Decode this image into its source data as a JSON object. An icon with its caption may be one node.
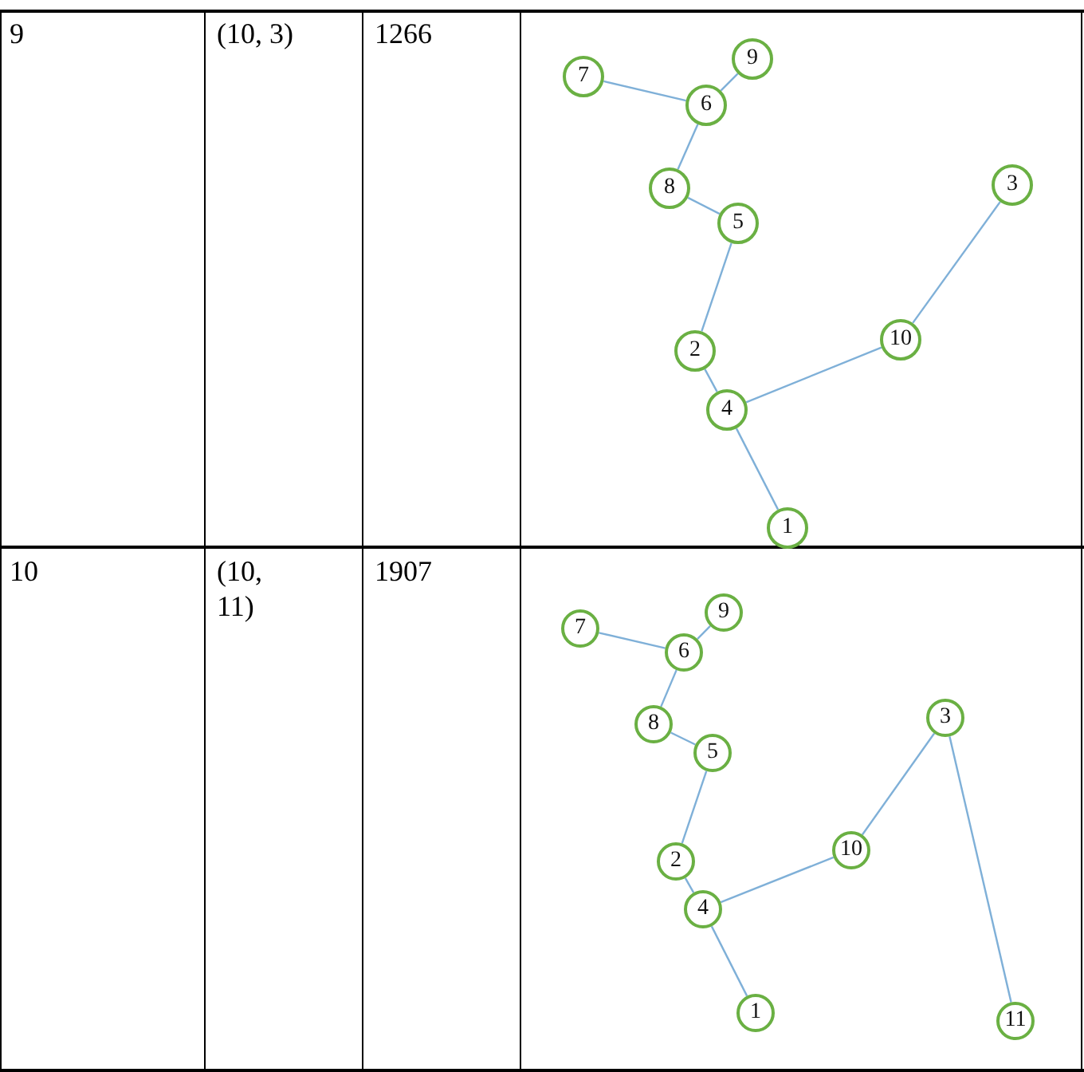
{
  "diagram": {
    "nodes": [
      {
        "text": [
          "9"
        ]
      },
      {
        "text": [
          "7"
        ]
      },
      {
        "text": [
          "6"
        ]
      },
      {
        "text": [
          "3"
        ]
      },
      {
        "text": [
          "8"
        ]
      },
      {
        "text": [
          "5"
        ]
      },
      {
        "text": [
          "10"
        ]
      },
      {
        "text": [
          "2"
        ]
      },
      {
        "text": [
          "4"
        ]
      },
      {
        "text": [
          "1"
        ]
      },
      {
        "text": [
          "9"
        ]
      },
      {
        "text": [
          "7"
        ]
      },
      {
        "text": [
          "6"
        ]
      },
      {
        "text": [
          "3"
        ]
      },
      {
        "text": [
          "8"
        ]
      },
      {
        "text": [
          "5"
        ]
      },
      {
        "text": [
          "10"
        ]
      },
      {
        "text": [
          "2"
        ]
      },
      {
        "text": [
          "4"
        ]
      },
      {
        "text": [
          "1"
        ]
      },
      {
        "text": [
          "11"
        ]
      }
    ],
    "edges": [
      {
        "from": 1,
        "to": 2,
        "arrow": "none"
      },
      {
        "from": 2,
        "to": 0,
        "arrow": "none"
      },
      {
        "from": 2,
        "to": 4,
        "arrow": "none"
      },
      {
        "from": 4,
        "to": 5,
        "arrow": "none"
      },
      {
        "from": 5,
        "to": 7,
        "arrow": "none"
      },
      {
        "from": 7,
        "to": 8,
        "arrow": "none"
      },
      {
        "from": 8,
        "to": 6,
        "arrow": "none"
      },
      {
        "from": 6,
        "to": 3,
        "arrow": "none"
      },
      {
        "from": 8,
        "to": 9,
        "arrow": "none"
      },
      {
        "from": 11,
        "to": 12,
        "arrow": "none"
      },
      {
        "from": 12,
        "to": 10,
        "arrow": "none"
      },
      {
        "from": 12,
        "to": 14,
        "arrow": "none"
      },
      {
        "from": 14,
        "to": 15,
        "arrow": "none"
      },
      {
        "from": 15,
        "to": 17,
        "arrow": "none"
      },
      {
        "from": 17,
        "to": 18,
        "arrow": "none"
      },
      {
        "from": 18,
        "to": 16,
        "arrow": "none"
      },
      {
        "from": 16,
        "to": 13,
        "arrow": "none"
      },
      {
        "from": 18,
        "to": 19,
        "arrow": "none"
      },
      {
        "from": 13,
        "to": 20,
        "arrow": "none"
      }
    ],
    "labels": [
      "9",
      "(10, 3)",
      "1266",
      "10",
      "(10, 11)",
      "1907"
    ]
  }
}
